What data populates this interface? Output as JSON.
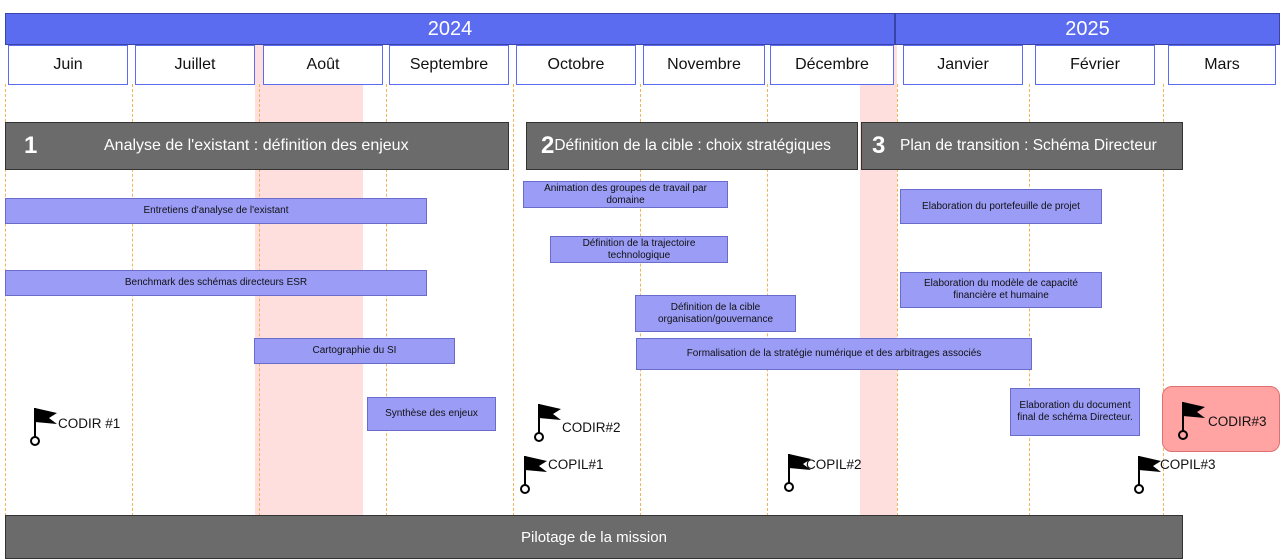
{
  "years": [
    "2024",
    "2025"
  ],
  "months": [
    "Juin",
    "Juillet",
    "Août",
    "Septembre",
    "Octobre",
    "Novembre",
    "Décembre",
    "Janvier",
    "Février",
    "Mars"
  ],
  "phases": [
    {
      "num": "1",
      "title": "Analyse de l'existant : définition des enjeux"
    },
    {
      "num": "2",
      "title": "Définition de la cible : choix stratégiques"
    },
    {
      "num": "3",
      "title": "Plan de transition : Schéma Directeur"
    }
  ],
  "tasks": {
    "entretiens": "Entretiens d'analyse de l'existant",
    "benchmark": "Benchmark des schémas directeurs ESR",
    "cartographie": "Cartographie du SI",
    "synthese": "Synthèse des enjeux",
    "animation": "Animation des groupes de travail par domaine",
    "trajectoire": "Définition de la trajectoire technologique",
    "cible": "Définition de la cible organisation/gouvernance",
    "formalisation": "Formalisation de la stratégie numérique et des arbitrages associés",
    "portefeuille": "Elaboration du portefeuille de projet",
    "capacite": "Elaboration du modèle de capacité financière et humaine",
    "document_final": "Elaboration du document final de schéma Directeur."
  },
  "milestones": {
    "codir1": "CODIR #1",
    "codir2": "CODIR#2",
    "codir3": "CODIR#3",
    "copil1": "COPIL#1",
    "copil2": "COPIL#2",
    "copil3": "COPIL#3"
  },
  "pilotage": "Pilotage de la mission",
  "colors": {
    "header": "#5b6cf0",
    "task": "#9a9cf6",
    "phase": "#6b6b6b",
    "highlight": "#ffa3a3",
    "band": "#ffd3d3"
  }
}
